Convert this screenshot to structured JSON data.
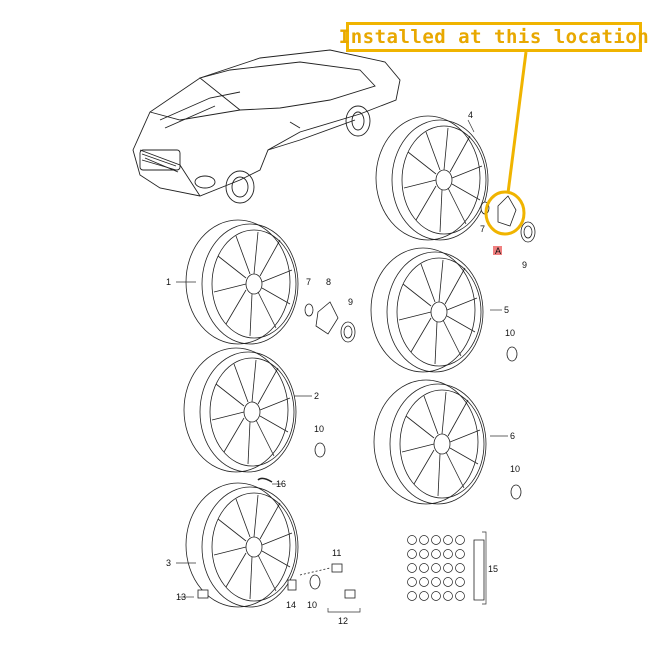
{
  "callout": {
    "text": "Installed at this location",
    "color": "#f0b400"
  },
  "marker": {
    "text": "A"
  },
  "labels": {
    "l1": "1",
    "l2": "2",
    "l3": "3",
    "l4": "4",
    "l5": "5",
    "l6": "6",
    "l7a": "7",
    "l7b": "7",
    "l8": "8",
    "l9a": "9",
    "l9b": "9",
    "l10a": "10",
    "l10b": "10",
    "l10c": "10",
    "l10d": "10",
    "l11": "11",
    "l12": "12",
    "l13": "13",
    "l14": "14",
    "l15": "15",
    "l16": "16"
  },
  "icons": [
    "car-illustration",
    "wheel-rim",
    "center-cap",
    "lug-nut",
    "valve-stem",
    "wheel-lock-key"
  ]
}
